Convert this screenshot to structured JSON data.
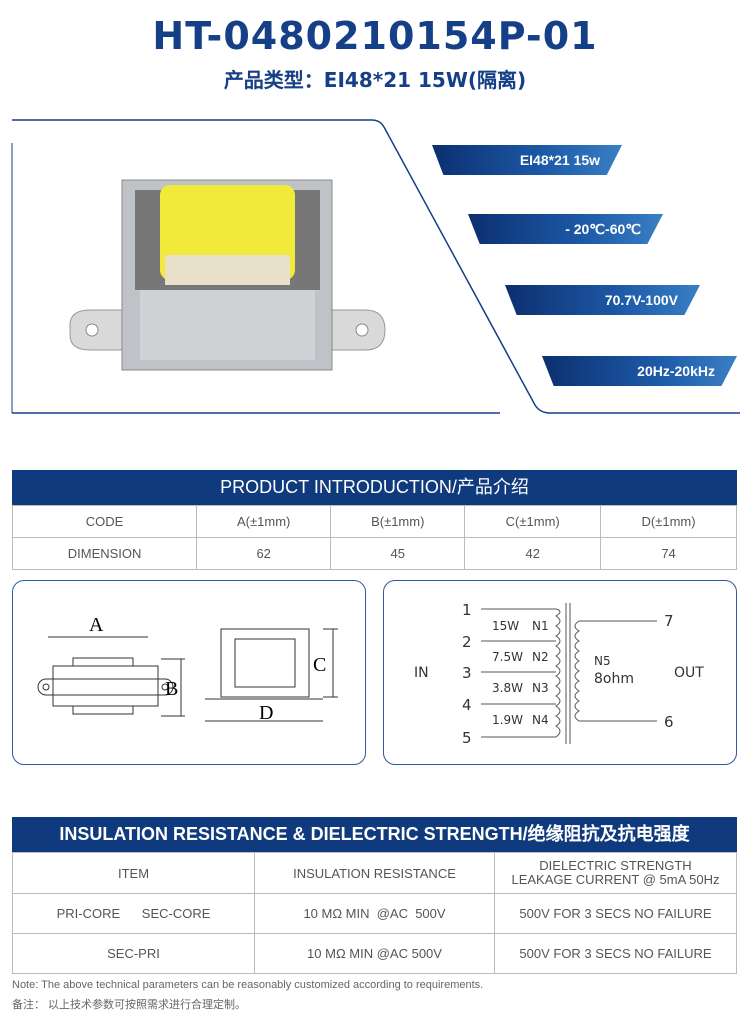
{
  "header": {
    "title": "HT-0480210154P-01",
    "subtitle": "产品类型：EI48*21  15W(隔离)"
  },
  "badges": [
    "EI48*21  15w",
    "- 20℃-60℃",
    "70.7V-100V",
    "20Hz-20kHz"
  ],
  "intro": {
    "title": "PRODUCT INTRODUCTION/产品介绍",
    "headers": [
      "CODE",
      "A(±1mm)",
      "B(±1mm)",
      "C(±1mm)",
      "D(±1mm)"
    ],
    "row": [
      "DIMENSION",
      "62",
      "45",
      "42",
      "74"
    ]
  },
  "dims": {
    "a": "A",
    "b": "B",
    "c": "C",
    "d": "D"
  },
  "schematic": {
    "in": "IN",
    "out": "OUT",
    "pins": [
      "1",
      "2",
      "3",
      "4",
      "5",
      "6",
      "7"
    ],
    "windings": [
      {
        "power": "15W",
        "name": "N1"
      },
      {
        "power": "7.5W",
        "name": "N2"
      },
      {
        "power": "3.8W",
        "name": "N3"
      },
      {
        "power": "1.9W",
        "name": "N4"
      }
    ],
    "secondary": "N5",
    "impedance": "8ohm"
  },
  "insulation": {
    "title": "INSULATION RESISTANCE & DIELECTRIC STRENGTH/绝缘阻抗及抗电强度",
    "headers": [
      "ITEM",
      "INSULATION RESISTANCE",
      "DIELECTRIC STRENGTH",
      "LEAKAGE CURRENT @ 5mA  50Hz"
    ],
    "rows": [
      [
        "PRI-CORE      SEC-CORE",
        "10 MΩ MIN  @AC  500V",
        "500V FOR 3 SECS NO FAILURE"
      ],
      [
        "SEC-PRI",
        "10 MΩ MIN  @AC  500V",
        "500V FOR 3 SECS NO FAILURE"
      ]
    ]
  },
  "notes": [
    "Note: The above technical parameters can be reasonably customized according to requirements.",
    "备注：  以上技术参数可按照需求进行合理定制。"
  ]
}
